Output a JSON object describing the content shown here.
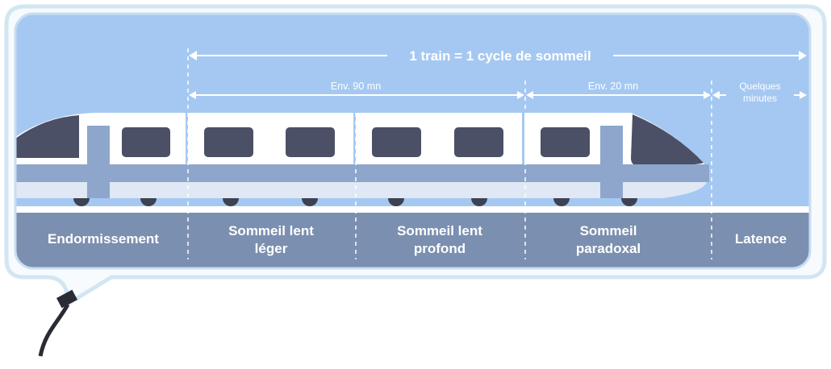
{
  "diagram": {
    "title": "1 train = 1 cycle de sommeil",
    "durations": {
      "light_sleep_span": "Env. 90 mn",
      "paradoxal_span": "Env. 20 mn",
      "latency_span": "Quelques minutes"
    },
    "phases": [
      {
        "label": "Endormissement"
      },
      {
        "label": "Sommeil lent léger"
      },
      {
        "label": "Sommeil lent profond"
      },
      {
        "label": "Sommeil paradoxal"
      },
      {
        "label": "Latence"
      }
    ],
    "colors": {
      "sky": "#a5c8f2",
      "band": "#7b8fb0",
      "train_body": "#ffffff",
      "window": "#4b5066",
      "stripe": "#8ea6cc",
      "frame": "#e8f4fb"
    }
  }
}
